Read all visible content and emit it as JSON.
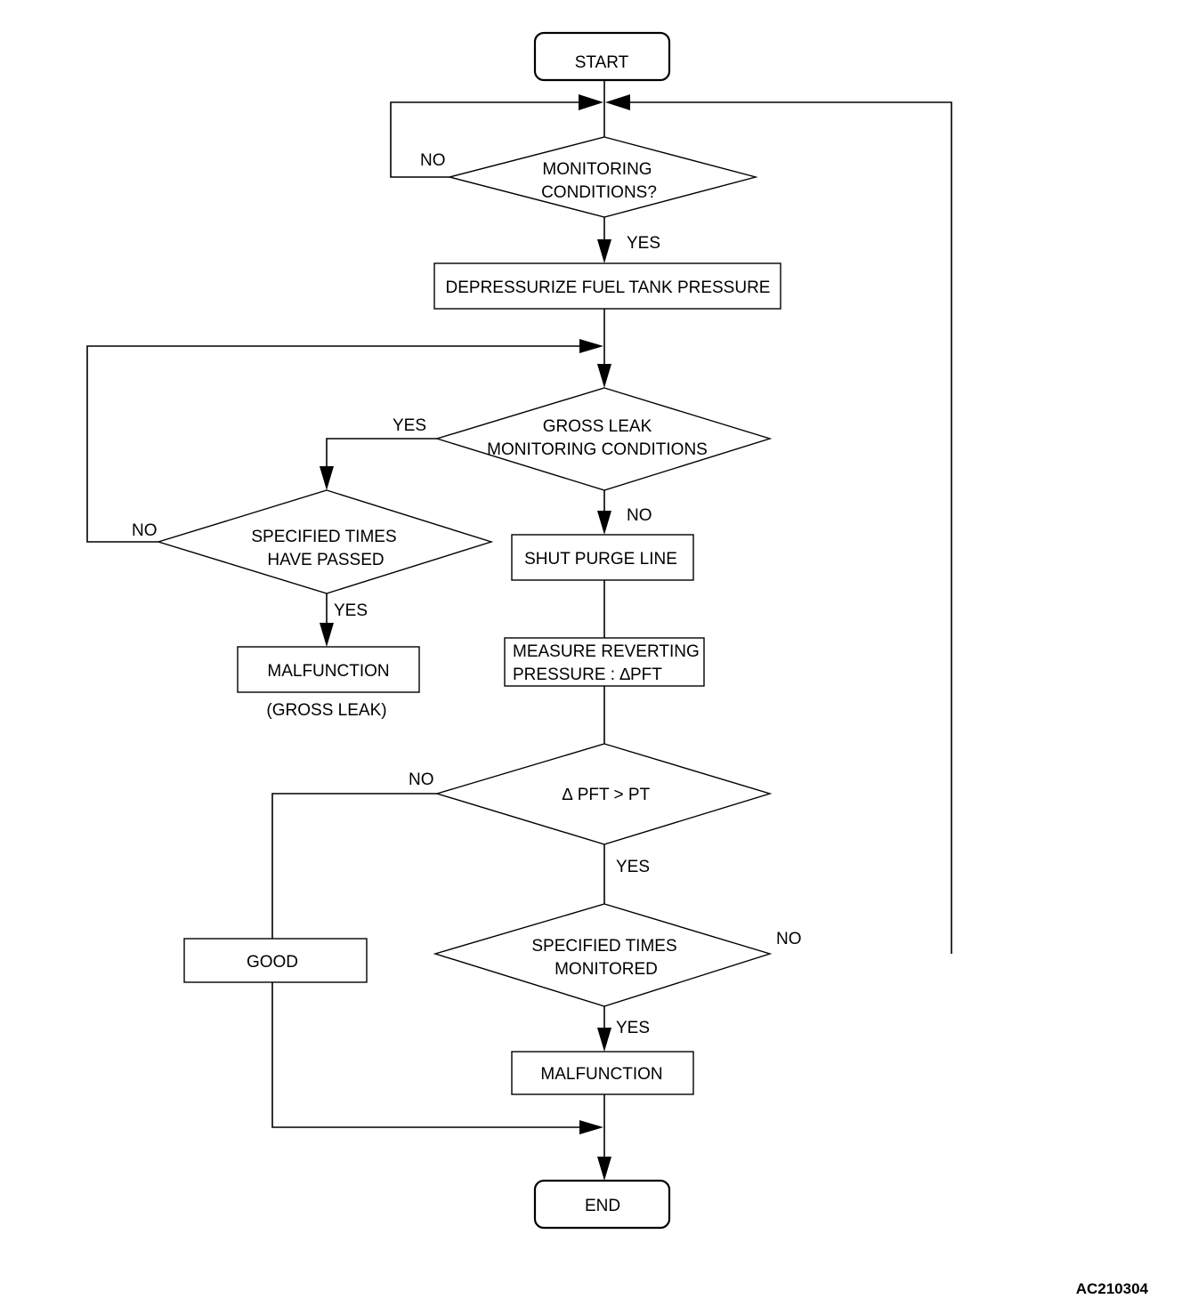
{
  "nodes": {
    "start": "START",
    "monitoring": [
      "MONITORING",
      "CONDITIONS?"
    ],
    "depressurize": "DEPRESSURIZE FUEL TANK PRESSURE",
    "gross_leak": [
      "GROSS LEAK",
      "MONITORING CONDITIONS"
    ],
    "specified_passed": [
      "SPECIFIED TIMES",
      "HAVE PASSED"
    ],
    "malfunction_gross": "MALFUNCTION",
    "gross_leak_note": "(GROSS LEAK)",
    "shut_purge": "SHUT PURGE LINE",
    "measure": [
      "MEASURE REVERTING",
      "PRESSURE : ∆PFT"
    ],
    "delta": "∆ PFT > PT",
    "good": "GOOD",
    "specified_monitored": [
      "SPECIFIED TIMES",
      "MONITORED"
    ],
    "malfunction": "MALFUNCTION",
    "end": "END"
  },
  "labels": {
    "no": "NO",
    "yes": "YES"
  },
  "figure_id": "AC210304"
}
